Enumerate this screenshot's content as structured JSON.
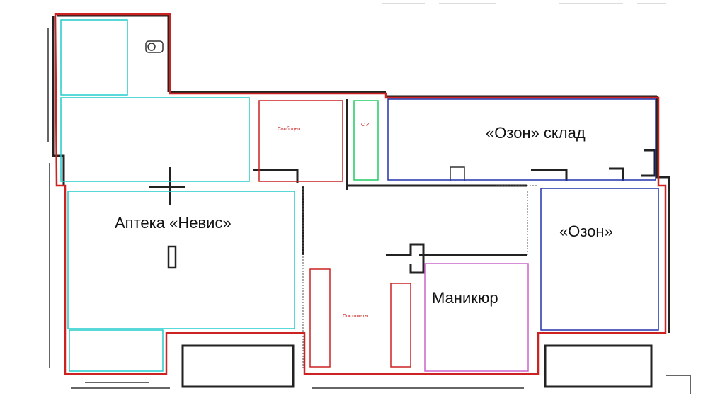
{
  "labels": {
    "apteka": "Аптека «Невис»",
    "ozon_sklad": "«Озон» склад",
    "ozon": "«Озон»",
    "manikur": "Маникюр",
    "svobodno": "Свободно",
    "su": "С У",
    "postomaty": "Постоматы"
  },
  "colors": {
    "outline_red": "#cc2222",
    "cyan": "#22cccc",
    "blue": "#2233aa",
    "magenta": "#cc66cc",
    "wall": "#222222"
  }
}
